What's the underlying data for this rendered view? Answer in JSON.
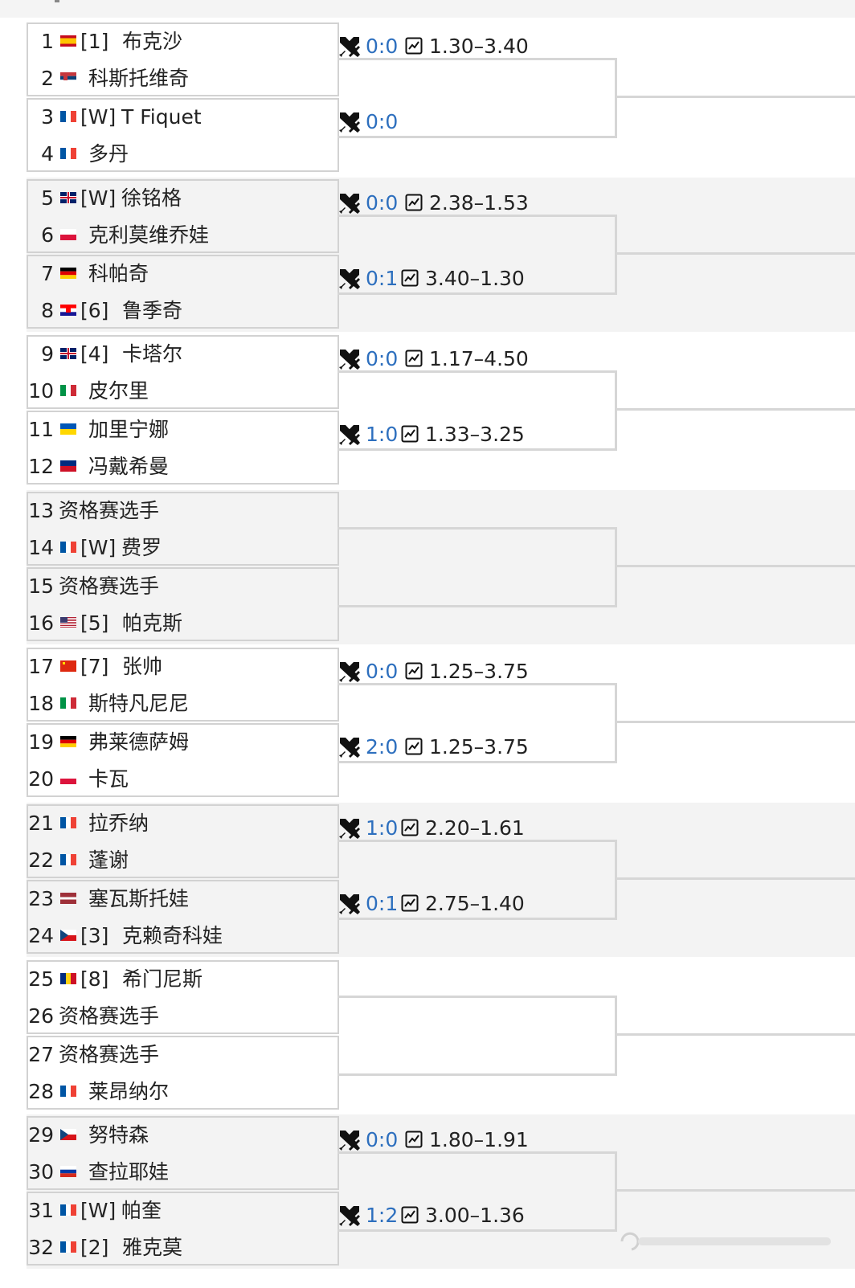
{
  "colors": {
    "score_link": "#2d6fbe",
    "border": "#d2d2d2",
    "connector": "#d6d6d6",
    "shaded_bg": "#f3f3f3"
  },
  "icons": {
    "match_icon": "crossed-swords-icon",
    "odds_icon": "chart-icon"
  },
  "blocks": [
    {
      "matches": [
        {
          "players": [
            {
              "no": "1",
              "flag": "ESP",
              "tag": "[1]",
              "name": "布克沙"
            },
            {
              "no": "2",
              "flag": "SRB",
              "tag": "",
              "name": "科斯托维奇"
            }
          ],
          "score": "0:0",
          "odds": "1.30–3.40"
        },
        {
          "players": [
            {
              "no": "3",
              "flag": "FRA",
              "tag": "[W]",
              "name": "T Fiquet"
            },
            {
              "no": "4",
              "flag": "FRA",
              "tag": "",
              "name": "多丹"
            }
          ],
          "score": "0:0",
          "odds": ""
        }
      ]
    },
    {
      "matches": [
        {
          "players": [
            {
              "no": "5",
              "flag": "GBR",
              "tag": "[W]",
              "name": "徐铭格"
            },
            {
              "no": "6",
              "flag": "POL",
              "tag": "",
              "name": "克利莫维乔娃"
            }
          ],
          "score": "0:0",
          "odds": "2.38–1.53"
        },
        {
          "players": [
            {
              "no": "7",
              "flag": "GER",
              "tag": "",
              "name": "科帕奇"
            },
            {
              "no": "8",
              "flag": "CRO",
              "tag": "[6]",
              "name": "鲁季奇"
            }
          ],
          "score": "0:1",
          "odds": "3.40–1.30"
        }
      ]
    },
    {
      "matches": [
        {
          "players": [
            {
              "no": "9",
              "flag": "GBR",
              "tag": "[4]",
              "name": "卡塔尔"
            },
            {
              "no": "10",
              "flag": "ITA",
              "tag": "",
              "name": "皮尔里"
            }
          ],
          "score": "0:0",
          "odds": "1.17–4.50"
        },
        {
          "players": [
            {
              "no": "11",
              "flag": "UKR",
              "tag": "",
              "name": "加里宁娜"
            },
            {
              "no": "12",
              "flag": "LIE",
              "tag": "",
              "name": "冯戴希曼"
            }
          ],
          "score": "1:0",
          "odds": "1.33–3.25"
        }
      ]
    },
    {
      "matches": [
        {
          "players": [
            {
              "no": "13",
              "flag": "",
              "tag": "",
              "name": "资格赛选手"
            },
            {
              "no": "14",
              "flag": "FRA",
              "tag": "[W]",
              "name": "费罗"
            }
          ],
          "score": "",
          "odds": ""
        },
        {
          "players": [
            {
              "no": "15",
              "flag": "",
              "tag": "",
              "name": "资格赛选手"
            },
            {
              "no": "16",
              "flag": "USA",
              "tag": "[5]",
              "name": "帕克斯"
            }
          ],
          "score": "",
          "odds": ""
        }
      ]
    },
    {
      "matches": [
        {
          "players": [
            {
              "no": "17",
              "flag": "CHN",
              "tag": "[7]",
              "name": "张帅"
            },
            {
              "no": "18",
              "flag": "ITA",
              "tag": "",
              "name": "斯特凡尼尼"
            }
          ],
          "score": "0:0",
          "odds": "1.25–3.75"
        },
        {
          "players": [
            {
              "no": "19",
              "flag": "GER",
              "tag": "",
              "name": "弗莱德萨姆"
            },
            {
              "no": "20",
              "flag": "POL",
              "tag": "",
              "name": "卡瓦"
            }
          ],
          "score": "2:0",
          "odds": "1.25–3.75"
        }
      ]
    },
    {
      "matches": [
        {
          "players": [
            {
              "no": "21",
              "flag": "FRA",
              "tag": "",
              "name": "拉乔纳"
            },
            {
              "no": "22",
              "flag": "FRA",
              "tag": "",
              "name": "蓬谢"
            }
          ],
          "score": "1:0",
          "odds": "2.20–1.61"
        },
        {
          "players": [
            {
              "no": "23",
              "flag": "LAT",
              "tag": "",
              "name": "塞瓦斯托娃"
            },
            {
              "no": "24",
              "flag": "CZE",
              "tag": "[3]",
              "name": "克赖奇科娃"
            }
          ],
          "score": "0:1",
          "odds": "2.75–1.40"
        }
      ]
    },
    {
      "matches": [
        {
          "players": [
            {
              "no": "25",
              "flag": "ROU",
              "tag": "[8]",
              "name": "希门尼斯"
            },
            {
              "no": "26",
              "flag": "",
              "tag": "",
              "name": "资格赛选手"
            }
          ],
          "score": "",
          "odds": ""
        },
        {
          "players": [
            {
              "no": "27",
              "flag": "",
              "tag": "",
              "name": "资格赛选手"
            },
            {
              "no": "28",
              "flag": "FRA",
              "tag": "",
              "name": "莱昂纳尔"
            }
          ],
          "score": "",
          "odds": ""
        }
      ]
    },
    {
      "matches": [
        {
          "players": [
            {
              "no": "29",
              "flag": "CZE",
              "tag": "",
              "name": "努特森"
            },
            {
              "no": "30",
              "flag": "RUS",
              "tag": "",
              "name": "查拉耶娃"
            }
          ],
          "score": "0:0",
          "odds": "1.80–1.91"
        },
        {
          "players": [
            {
              "no": "31",
              "flag": "FRA",
              "tag": "[W]",
              "name": "帕奎"
            },
            {
              "no": "32",
              "flag": "FRA",
              "tag": "[2]",
              "name": "雅克莫"
            }
          ],
          "score": "1:2",
          "odds": "3.00–1.36"
        }
      ]
    }
  ]
}
